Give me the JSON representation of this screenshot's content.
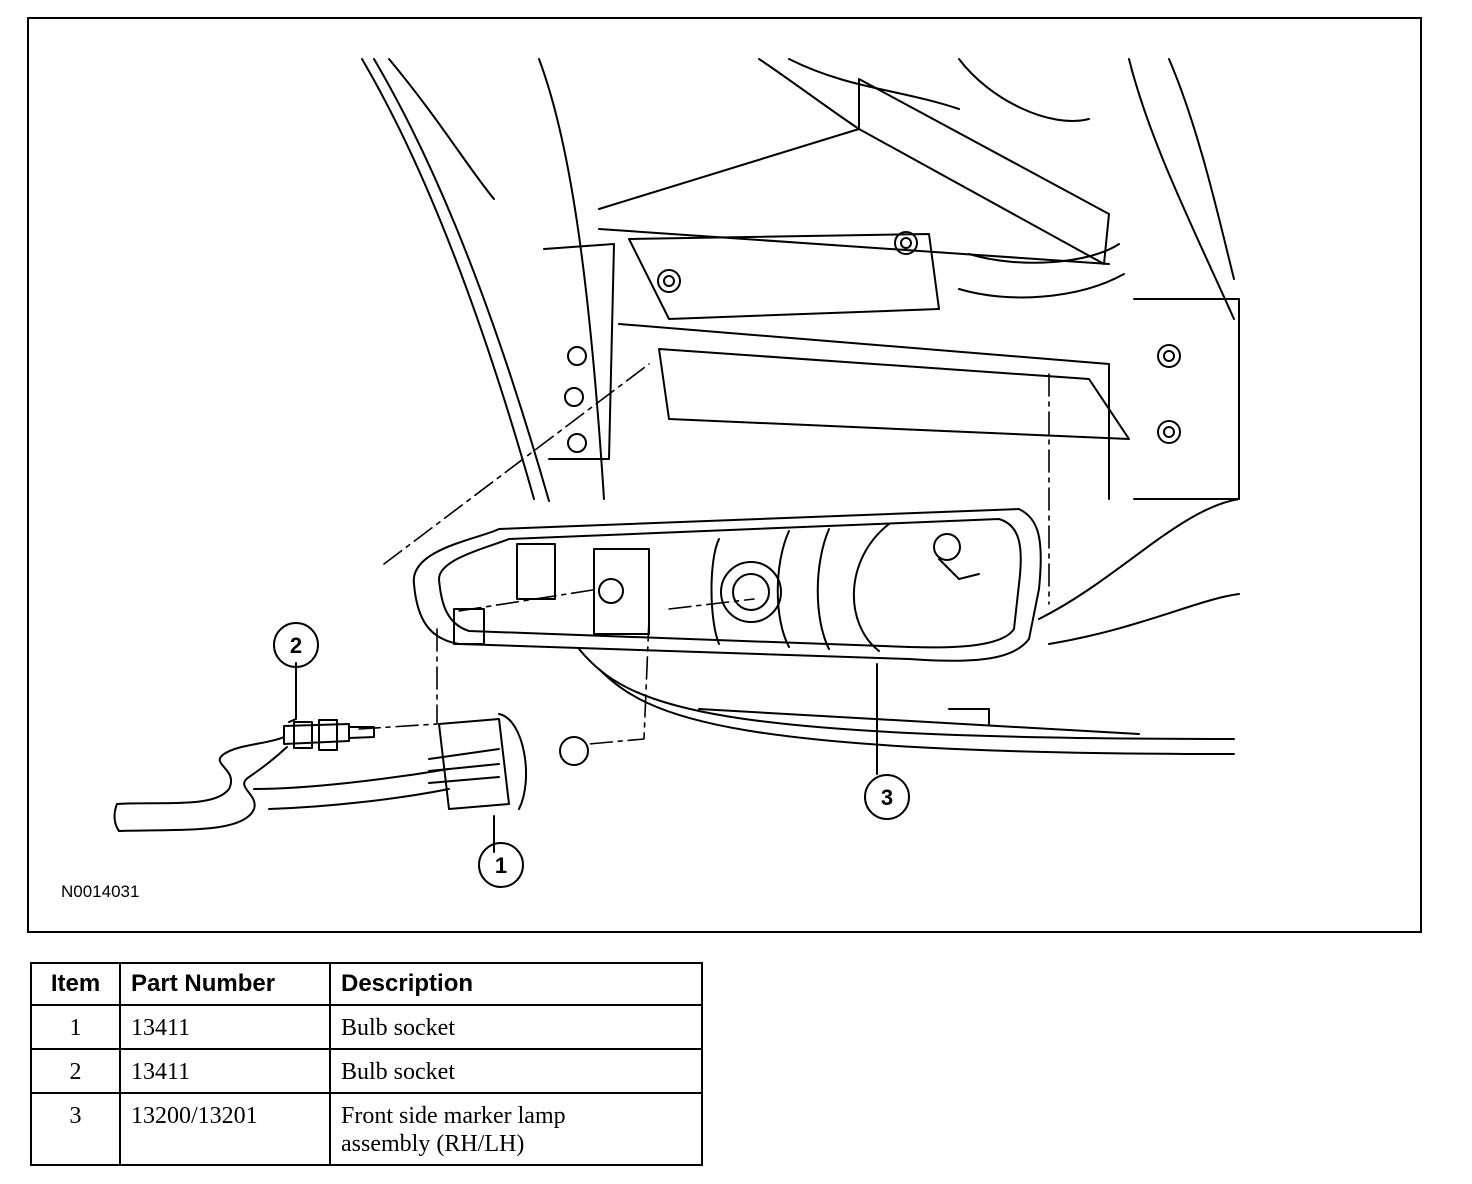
{
  "figure": {
    "id": "N0014031",
    "callouts": [
      "1",
      "2",
      "3"
    ]
  },
  "table": {
    "headers": [
      "Item",
      "Part Number",
      "Description"
    ],
    "rows": [
      {
        "item": "1",
        "part_number": "13411",
        "description": [
          "Bulb socket"
        ]
      },
      {
        "item": "2",
        "part_number": "13411",
        "description": [
          "Bulb socket"
        ]
      },
      {
        "item": "3",
        "part_number": "13200/13201",
        "description": [
          "Front side marker lamp",
          "assembly (RH/LH)"
        ]
      }
    ]
  }
}
